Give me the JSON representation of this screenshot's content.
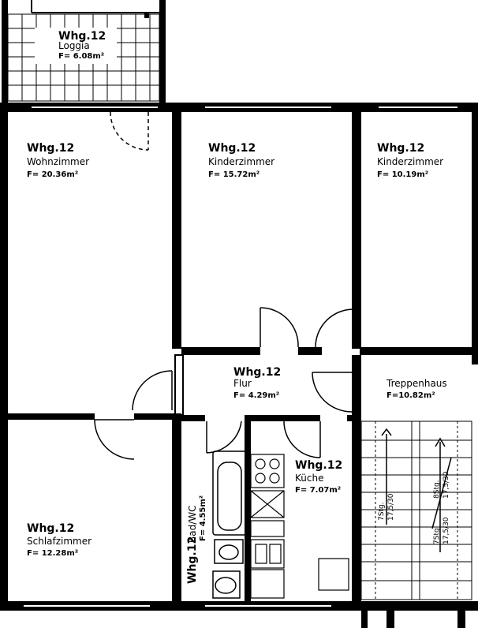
{
  "rooms": {
    "loggia": {
      "title": "Whg.12",
      "name": "Loggia",
      "area": "F= 6.08m²"
    },
    "wohnzimmer": {
      "title": "Whg.12",
      "name": "Wohnzimmer",
      "area": "F= 20.36m²"
    },
    "kinderzimmer1": {
      "title": "Whg.12",
      "name": "Kinderzimmer",
      "area": "F= 15.72m²"
    },
    "kinderzimmer2": {
      "title": "Whg.12",
      "name": "Kinderzimmer",
      "area": "F= 10.19m²"
    },
    "flur": {
      "title": "Whg.12",
      "name": "Flur",
      "area": "F= 4.29m²"
    },
    "treppenhaus": {
      "name": "Treppenhaus",
      "area": "F=10.82m²"
    },
    "kueche": {
      "title": "Whg.12",
      "name": "Küche",
      "area": "F= 7.07m²"
    },
    "bad": {
      "title": "Whg.12",
      "name": "Bad/WC",
      "area": "F= 4.55m²"
    },
    "schlafzimmer": {
      "title": "Whg.12",
      "name": "Schlafzimmer",
      "area": "F= 12.28m²"
    }
  },
  "stairs": {
    "left": {
      "count": "7Stg.",
      "dims": "17,5/30"
    },
    "right": {
      "count": "8Stg.",
      "dims": "17,5/30"
    },
    "right_lower": {
      "count": "7Stg.",
      "dims": "17,5/30"
    }
  },
  "colors": {
    "ink": "#000000",
    "paper": "#ffffff"
  }
}
